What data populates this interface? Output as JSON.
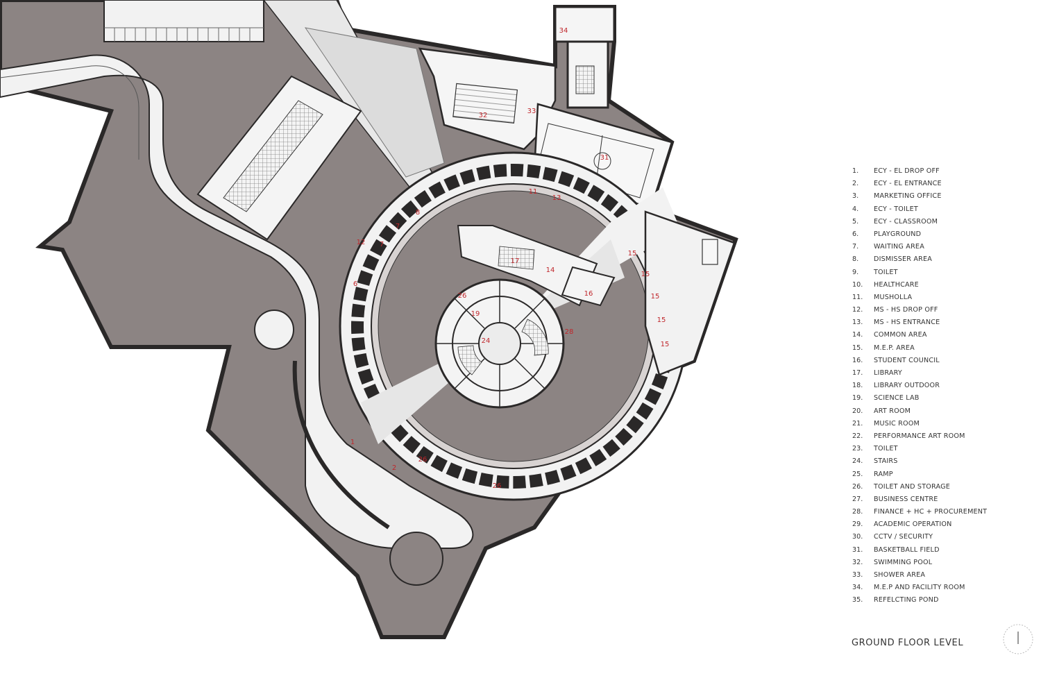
{
  "title": "GROUND FLOOR LEVEL",
  "legend": [
    {
      "num": "1.",
      "label": "ECY - EL DROP OFF"
    },
    {
      "num": "2.",
      "label": "ECY - EL ENTRANCE"
    },
    {
      "num": "3.",
      "label": "MARKETING OFFICE"
    },
    {
      "num": "4.",
      "label": "ECY - TOILET"
    },
    {
      "num": "5.",
      "label": "ECY - CLASSROOM"
    },
    {
      "num": "6.",
      "label": "PLAYGROUND"
    },
    {
      "num": "7.",
      "label": "WAITING AREA"
    },
    {
      "num": "8.",
      "label": "DISMISSER AREA"
    },
    {
      "num": "9.",
      "label": "TOILET"
    },
    {
      "num": "10.",
      "label": "HEALTHCARE"
    },
    {
      "num": "11.",
      "label": "MUSHOLLA"
    },
    {
      "num": "12.",
      "label": "MS - HS DROP OFF"
    },
    {
      "num": "13.",
      "label": "MS - HS ENTRANCE"
    },
    {
      "num": "14.",
      "label": "COMMON AREA"
    },
    {
      "num": "15.",
      "label": "M.E.P. AREA"
    },
    {
      "num": "16.",
      "label": "STUDENT COUNCIL"
    },
    {
      "num": "17.",
      "label": "LIBRARY"
    },
    {
      "num": "18.",
      "label": "LIBRARY OUTDOOR"
    },
    {
      "num": "19.",
      "label": "SCIENCE LAB"
    },
    {
      "num": "20.",
      "label": "ART ROOM"
    },
    {
      "num": "21.",
      "label": "MUSIC ROOM"
    },
    {
      "num": "22.",
      "label": "PERFORMANCE ART ROOM"
    },
    {
      "num": "23.",
      "label": "TOILET"
    },
    {
      "num": "24.",
      "label": "STAIRS"
    },
    {
      "num": "25.",
      "label": "RAMP"
    },
    {
      "num": "26.",
      "label": "TOILET AND STORAGE"
    },
    {
      "num": "27.",
      "label": "BUSINESS CENTRE"
    },
    {
      "num": "28.",
      "label": "FINANCE + HC + PROCUREMENT"
    },
    {
      "num": "29.",
      "label": "ACADEMIC OPERATION"
    },
    {
      "num": "30.",
      "label": "CCTV / SECURITY"
    },
    {
      "num": "31.",
      "label": "BASKETBALL FIELD"
    },
    {
      "num": "32.",
      "label": "SWIMMING POOL"
    },
    {
      "num": "33.",
      "label": "SHOWER AREA"
    },
    {
      "num": "34.",
      "label": "M.E.P AND FACILITY ROOM"
    },
    {
      "num": "35.",
      "label": "REFELCTING POND"
    }
  ],
  "room_labels": {
    "r8": "8",
    "r7a": "7",
    "r7b": "7",
    "r12": "12",
    "r6": "6",
    "r11": "11",
    "r13": "13",
    "r15a": "15",
    "r15b": "15",
    "r15c": "15",
    "r15d": "15",
    "r15e": "15",
    "r17": "17",
    "r26a": "26",
    "r24": "24",
    "r26b": "26",
    "r26c": "26",
    "r2": "2",
    "r1": "1",
    "r32": "32",
    "r31": "31",
    "r33": "33",
    "r34": "34",
    "r14": "14",
    "r16": "16",
    "r19": "19",
    "r28": "28"
  },
  "colors": {
    "ground": "#8c8483",
    "ground_dark": "#5f5756",
    "paving": "#f2f2f2",
    "wall": "#2a2828",
    "label": "#c0262b",
    "water": "#e9ecee"
  },
  "icons": {
    "compass": "north-arrow-icon"
  }
}
